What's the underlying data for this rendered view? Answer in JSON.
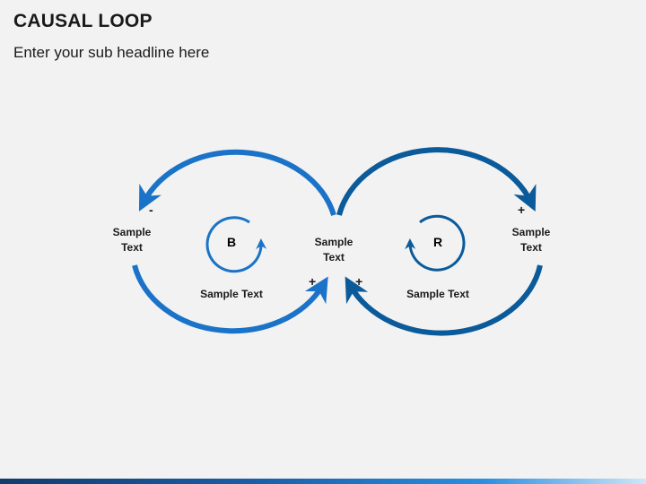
{
  "header": {
    "title": "CAUSAL LOOP",
    "subtitle": "Enter your sub headline here"
  },
  "diagram": {
    "nodes": {
      "left": "Sample\nText",
      "center": "Sample\nText",
      "right": "Sample\nText"
    },
    "loops": [
      {
        "letter": "B",
        "caption": "Sample Text",
        "color": "#1a73c8"
      },
      {
        "letter": "R",
        "caption": "Sample Text",
        "color": "#0b5a9a"
      }
    ],
    "signs": {
      "left_top": "-",
      "center_left": "+",
      "center_right": "+",
      "right_top": "+"
    }
  },
  "colors": {
    "background": "#f2f2f2",
    "blue": "#1a73c8",
    "dark_blue": "#0b5a9a"
  }
}
